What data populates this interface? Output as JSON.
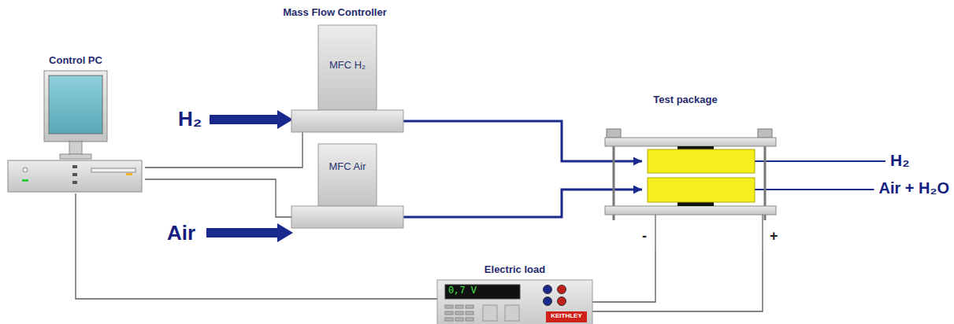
{
  "diagram": {
    "nodes": [
      {
        "text": [
          "Control PC"
        ]
      },
      {
        "text": [
          "MFC H₂"
        ]
      },
      {
        "text": [
          "MFC Air"
        ]
      },
      {
        "text": [
          "Test package"
        ]
      },
      {
        "text": [
          "Electric load",
          "0,7 V",
          "KEITHLEY"
        ]
      }
    ],
    "edges": [
      {
        "from": 0,
        "to": 1,
        "arrow": "none"
      },
      {
        "from": 0,
        "to": 2,
        "arrow": "none"
      },
      {
        "from": 1,
        "to": 3,
        "arrow": "to"
      },
      {
        "from": 2,
        "to": 3,
        "arrow": "to"
      },
      {
        "from": 0,
        "to": 4,
        "arrow": "none"
      },
      {
        "from": 4,
        "to": 3,
        "arrow": "none"
      },
      {
        "from": 4,
        "to": 3,
        "arrow": "none"
      }
    ],
    "labels": [
      "Mass Flow Controller",
      "H₂",
      "Air",
      "H₂",
      "Air + H₂O",
      "-",
      "+"
    ]
  }
}
